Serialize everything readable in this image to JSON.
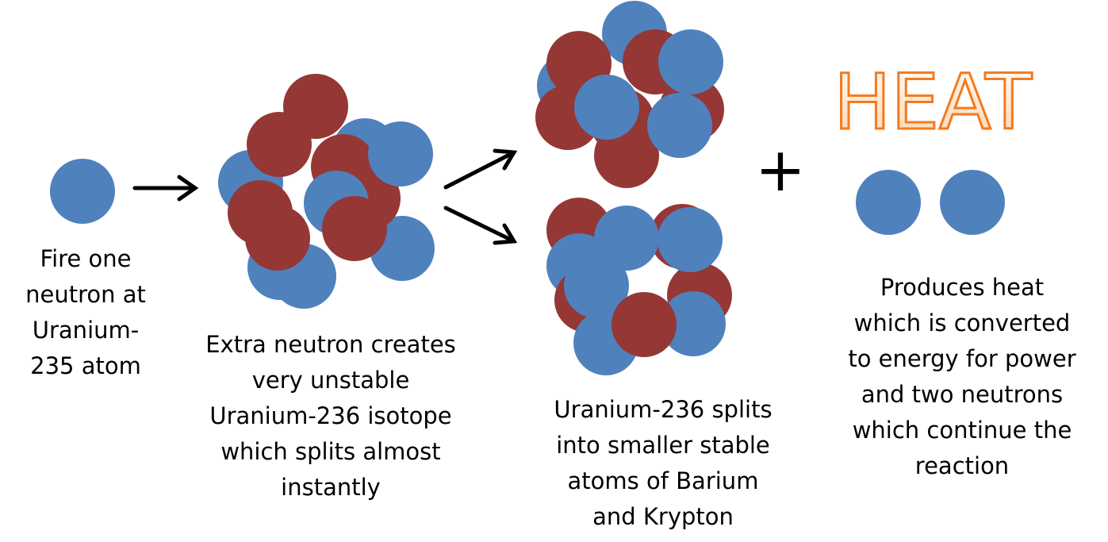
{
  "colors": {
    "neutron": "#4f81bd",
    "proton": "#953735",
    "arrow": "#000000",
    "heat_fill_top": "#ffffff",
    "heat_fill_bottom": "#ffd2a8",
    "heat_stroke": "#f47a1f"
  },
  "steps": [
    {
      "caption": "Fire one\nneutron at\nUranium-\n235 atom"
    },
    {
      "caption": "Extra neutron creates\nvery unstable\nUranium-236 isotope\nwhich splits almost\ninstantly"
    },
    {
      "caption": "Uranium-236 splits\ninto smaller stable\natoms of Barium\nand Krypton"
    },
    {
      "caption": "Produces heat\nwhich is converted\nto energy for power\nand two neutrons\nwhich continue the\nreaction"
    }
  ],
  "heat_label": "HEAT",
  "plus_symbol": "+"
}
